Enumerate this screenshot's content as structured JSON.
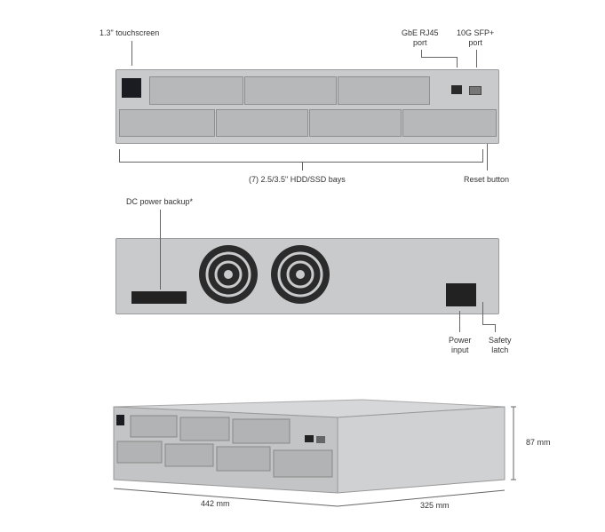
{
  "front": {
    "touchscreen_label": "1.3\" touchscreen",
    "rj45_label_1": "GbE RJ45",
    "rj45_label_2": "port",
    "sfp_label_1": "10G SFP+",
    "sfp_label_2": "port",
    "bays_label": "(7) 2.5/3.5\" HDD/SSD bays",
    "reset_label": "Reset button"
  },
  "rear": {
    "dc_label": "DC power backup*",
    "power_label_1": "Power",
    "power_label_2": "input",
    "latch_label_1": "Safety",
    "latch_label_2": "latch"
  },
  "dimensions": {
    "height": "87 mm",
    "width": "442 mm",
    "depth": "325 mm"
  }
}
